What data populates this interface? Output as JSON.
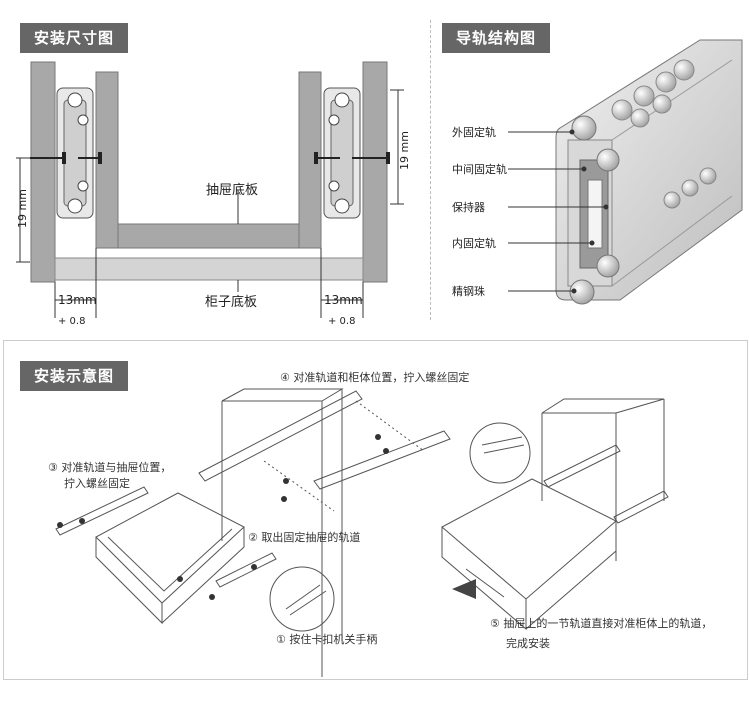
{
  "install_dimensions": {
    "title": "安装尺寸图",
    "drawer_bottom_label": "抽屉底板",
    "cabinet_bottom_label": "柜子底板",
    "left_height_label": "19 mm",
    "right_height_label": "19 mm",
    "left_gap_label": "13mm",
    "left_tolerance": "+ 0.8",
    "right_gap_label": "13mm",
    "right_tolerance": "+ 0.8"
  },
  "rail_structure": {
    "title": "导轨结构图",
    "labels": [
      "外固定轨",
      "中间固定轨",
      "保持器",
      "内固定轨",
      "精钢珠"
    ]
  },
  "install_steps": {
    "title": "安装示意图",
    "step3_line1": "③ 对准轨道与抽屉位置，",
    "step3_line2": "拧入螺丝固定",
    "step4": "④ 对准轨道和柜体位置，拧入螺丝固定",
    "step2": "② 取出固定抽屉的轨道",
    "step1": "① 按住卡扣机关手柄",
    "step5_line1": "⑤ 抽屉上的一节轨道直接对准柜体上的轨道，",
    "step5_line2": "完成安装"
  }
}
